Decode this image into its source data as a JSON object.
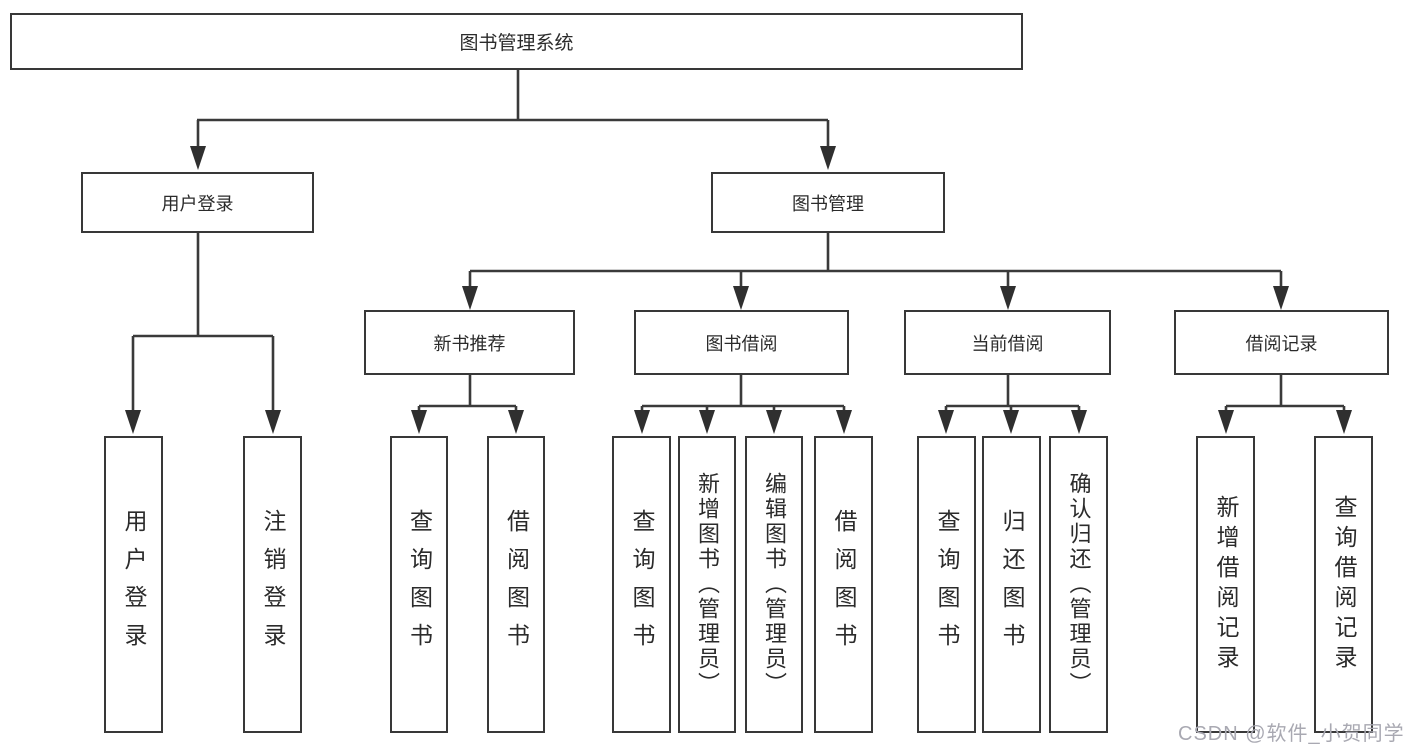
{
  "diagram": {
    "root": {
      "label": "图书管理系统"
    },
    "level2": [
      {
        "label": "用户登录"
      },
      {
        "label": "图书管理"
      }
    ],
    "level3": [
      {
        "label": "新书推荐"
      },
      {
        "label": "图书借阅"
      },
      {
        "label": "当前借阅"
      },
      {
        "label": "借阅记录"
      }
    ],
    "leaves": {
      "user_login": [
        "用户登录",
        "注销登录"
      ],
      "new_book_recommend": [
        "查询图书",
        "借阅图书"
      ],
      "book_borrowing": [
        "查询图书",
        "新增图书（管理员）",
        "编辑图书（管理员）",
        "借阅图书"
      ],
      "current_borrowing": [
        "查询图书",
        "归还图书",
        "确认归还（管理员）"
      ],
      "borrowing_records": [
        "新增借阅记录",
        "查询借阅记录"
      ]
    }
  },
  "watermark": {
    "text": "CSDN @软件_小贺同学"
  },
  "colors": {
    "line": "#3a3a3a",
    "text": "#2b2b2b",
    "watermark": "#a9a9b2",
    "background": "#ffffff"
  }
}
